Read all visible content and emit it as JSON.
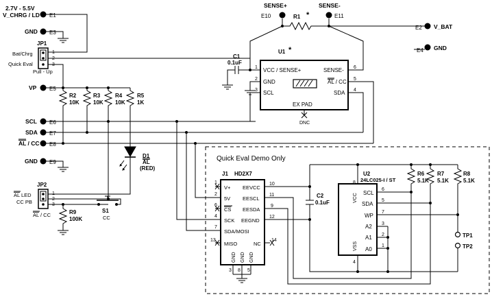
{
  "labels": {
    "vchrg": "2.7V - 5.5V",
    "vchrg2": "V_CHRG / LD",
    "gnd": "GND",
    "vp": "VP",
    "scl": "SCL",
    "sda": "SDA",
    "alcc_al": "AL",
    "alcc_cc": " / CC",
    "vbat": "V_BAT",
    "sense_p": "SENSE+",
    "sense_n": "SENSE-",
    "star": "*",
    "quick_eval_demo": "Quick Eval Demo Only",
    "dnc": "DNC",
    "ex_pad": "EX PAD"
  },
  "terminals": {
    "e1": "E1",
    "e2": "E2",
    "e3": "E3",
    "e4": "E4",
    "e5": "E5",
    "e6": "E6",
    "e7": "E7",
    "e8": "E8",
    "e9": "E9",
    "e10": "E10",
    "e11": "E11",
    "tp1": "TP1",
    "tp2": "TP2"
  },
  "jp1": {
    "ref": "JP1",
    "opt1": "Bat/Chrg",
    "opt2": "Quick Eval",
    "note": "Pull - Up",
    "p1": "1",
    "p2": "2",
    "p3": "3"
  },
  "jp2": {
    "ref": "JP2",
    "opt1_al": "AL",
    "opt1_rest": " LED",
    "opt2": "CC PB",
    "note_al": "AL",
    "note_rest": " / CC",
    "p1": "1",
    "p2": "2",
    "p3": "3"
  },
  "components": {
    "r1": "R1",
    "c1_ref": "C1",
    "c1_val": "0.1uF",
    "r2_ref": "R2",
    "r2_val": "10K",
    "r3_ref": "R3",
    "r3_val": "10K",
    "r4_ref": "R4",
    "r4_val": "10K",
    "r5_ref": "R5",
    "r5_val": "1K",
    "d1_ref": "D1",
    "d1_al": "AL",
    "d1_col": "(RED)",
    "s1_ref": "S1",
    "s1_val": "CC",
    "r9_ref": "R9",
    "r9_val": "100K",
    "c2_ref": "C2",
    "c2_val": "0.1uF",
    "r6_ref": "R6",
    "r6_val": "5.1K",
    "r7_ref": "R7",
    "r7_val": "5.1K",
    "r8_ref": "R8",
    "r8_val": "5.1K"
  },
  "u1": {
    "ref": "U1",
    "vcc": "VCC / SENSE+",
    "gnd": "GND",
    "scl": "SCL",
    "sense": "SENSE-",
    "alcc_al": "AL",
    "alcc_rest": " / CC",
    "sda": "SDA",
    "p1": "1",
    "p2": "2",
    "p3": "3",
    "p4": "4",
    "p5": "5",
    "p6": "6"
  },
  "j1": {
    "ref": "J1",
    "part": "HD2X7",
    "v": "V+",
    "v5": "5V",
    "cs": "CS",
    "sck": "SCK",
    "sdamosi": "SDA/MOSI",
    "miso": "MISO",
    "eevcc": "EEVCC",
    "eescl": "EESCL",
    "eesda": "EESDA",
    "eegnd": "EEGND",
    "nc": "NC",
    "gnd": "GND",
    "p1": "1",
    "p2": "2",
    "p3": "3",
    "p4": "4",
    "p5": "5",
    "p6": "6",
    "p7": "7",
    "p8": "8",
    "p9": "9",
    "p10": "10",
    "p11": "11",
    "p12": "12",
    "p13": "13",
    "p14": "14"
  },
  "u2": {
    "ref": "U2",
    "part": "24LC025-I / ST",
    "vcc": "VCC",
    "vss": "VSS",
    "scl": "SCL",
    "sda": "SDA",
    "wp": "WP",
    "a2": "A2",
    "a1": "A1",
    "a0": "A0",
    "p1": "1",
    "p2": "2",
    "p3": "3",
    "p4": "4",
    "p5": "5",
    "p6": "6",
    "p7": "7",
    "p8": "8"
  }
}
